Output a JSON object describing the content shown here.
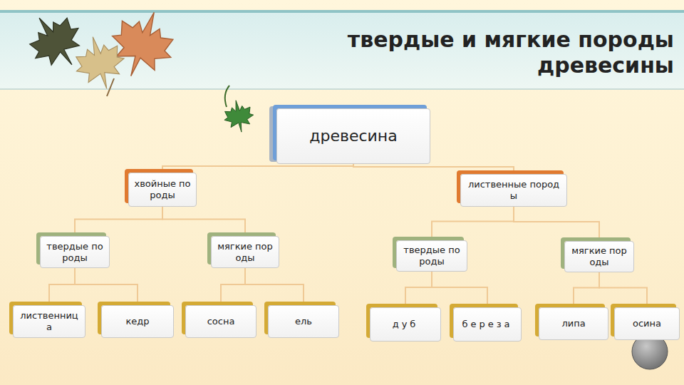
{
  "diagram": {
    "title": "твердые и мягкие породы древесины",
    "nodes": [
      {
        "text": [
          "древесина"
        ]
      },
      {
        "text": [
          "хвойные породы"
        ]
      },
      {
        "text": [
          "лиственные породы"
        ]
      },
      {
        "text": [
          "твердые породы"
        ]
      },
      {
        "text": [
          "мягкие породы"
        ]
      },
      {
        "text": [
          "твердые породы"
        ]
      },
      {
        "text": [
          "мягкие породы"
        ]
      },
      {
        "text": [
          "лиственница"
        ]
      },
      {
        "text": [
          "кедр"
        ]
      },
      {
        "text": [
          "сосна"
        ]
      },
      {
        "text": [
          "ель"
        ]
      },
      {
        "text": [
          "дуб"
        ]
      },
      {
        "text": [
          "береза"
        ]
      },
      {
        "text": [
          "липа"
        ]
      },
      {
        "text": [
          "осина"
        ]
      }
    ],
    "edges": [
      {
        "from": 0,
        "to": 1,
        "arrow": "none"
      },
      {
        "from": 0,
        "to": 2,
        "arrow": "none"
      },
      {
        "from": 1,
        "to": 3,
        "arrow": "none"
      },
      {
        "from": 1,
        "to": 4,
        "arrow": "none"
      },
      {
        "from": 2,
        "to": 5,
        "arrow": "none"
      },
      {
        "from": 2,
        "to": 6,
        "arrow": "none"
      },
      {
        "from": 3,
        "to": 7,
        "arrow": "none"
      },
      {
        "from": 3,
        "to": 8,
        "arrow": "none"
      },
      {
        "from": 4,
        "to": 9,
        "arrow": "none"
      },
      {
        "from": 4,
        "to": 10,
        "arrow": "none"
      },
      {
        "from": 5,
        "to": 11,
        "arrow": "none"
      },
      {
        "from": 5,
        "to": 12,
        "arrow": "none"
      },
      {
        "from": 6,
        "to": 13,
        "arrow": "none"
      },
      {
        "from": 6,
        "to": 14,
        "arrow": "none"
      }
    ]
  }
}
